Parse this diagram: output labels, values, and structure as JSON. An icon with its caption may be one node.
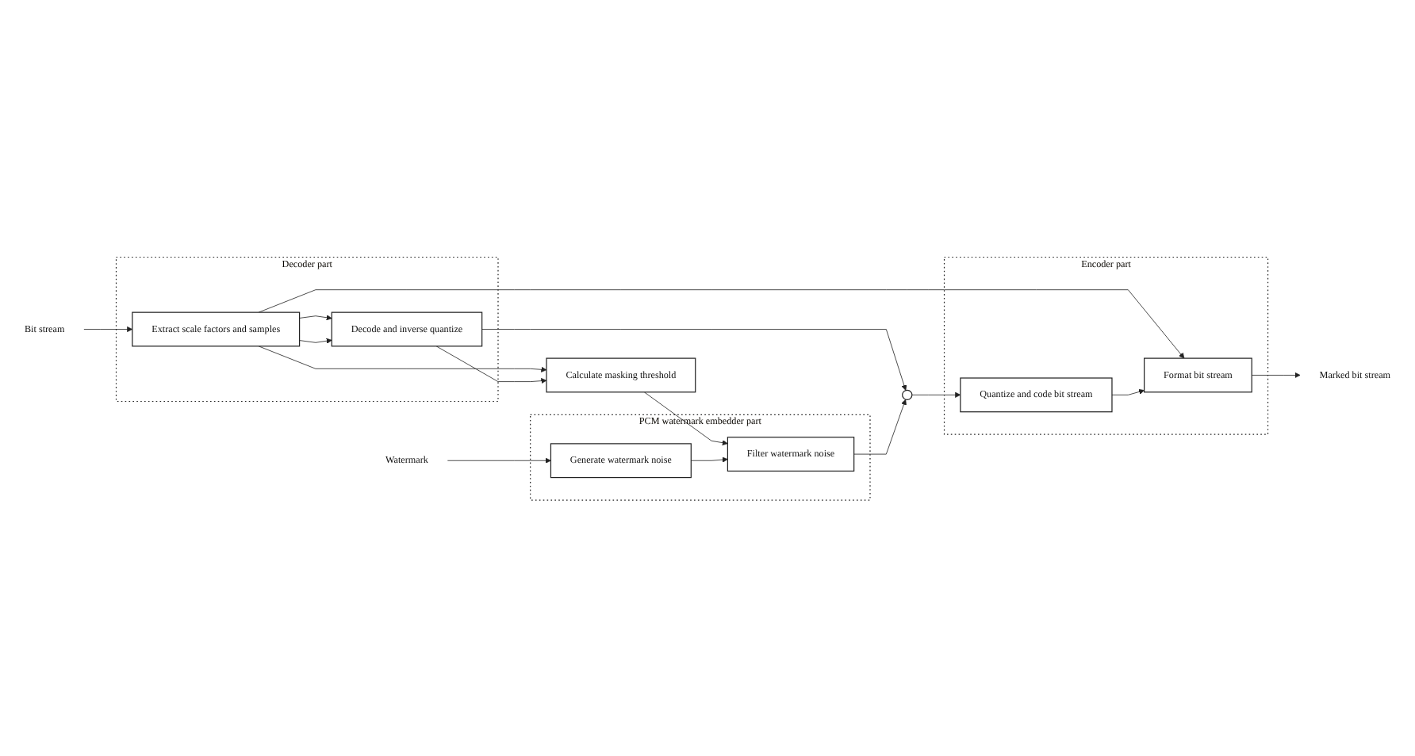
{
  "diagram": {
    "nodes": [
      {
        "text": [
          "Decoder part"
        ]
      },
      {
        "text": [
          "Extract scale factors and samples"
        ],
        "in": 0
      },
      {
        "text": [
          "Decode and inverse quantize"
        ],
        "in": 0
      },
      {
        "text": [
          "Calculate masking threshold"
        ]
      },
      {
        "text": [
          "Encoder part"
        ]
      },
      {
        "text": [
          "Quantize and code bit stream"
        ],
        "in": 4
      },
      {
        "text": [
          "Format bit stream"
        ],
        "in": 4
      },
      {
        "text": [
          "PCM watermark embedder part"
        ]
      },
      {
        "text": [
          "Generate watermark noise"
        ],
        "in": 7
      },
      {
        "text": [
          "Filter watermark noise"
        ],
        "in": 7
      },
      {
        "text": [],
        "shape": "circle"
      },
      {
        "text": [
          "Bit stream"
        ]
      },
      {
        "text": [
          "Watermark"
        ]
      },
      {
        "text": [
          "Marked bit stream"
        ]
      }
    ],
    "edges": [
      {
        "from": 11,
        "to": 1,
        "arrow": "to"
      },
      {
        "from": 1,
        "to": 6,
        "arrow": "to"
      },
      {
        "from": 1,
        "to": 2,
        "arrow": "to"
      },
      {
        "from": 1,
        "to": 3,
        "arrow": "to"
      },
      {
        "from": 1,
        "to": 2,
        "arrow": "to"
      },
      {
        "from": 2,
        "to": 10,
        "arrow": "to"
      },
      {
        "from": 2,
        "to": 3,
        "arrow": "to"
      },
      {
        "from": 3,
        "to": 9,
        "arrow": "to"
      },
      {
        "from": 12,
        "to": 8,
        "arrow": "to"
      },
      {
        "from": 8,
        "to": 9,
        "arrow": "to"
      },
      {
        "from": 9,
        "to": 10,
        "arrow": "to"
      },
      {
        "from": 10,
        "to": 5,
        "arrow": "to"
      },
      {
        "from": 5,
        "to": 6,
        "arrow": "to"
      },
      {
        "from": 6,
        "to": 13,
        "arrow": "to"
      }
    ]
  }
}
